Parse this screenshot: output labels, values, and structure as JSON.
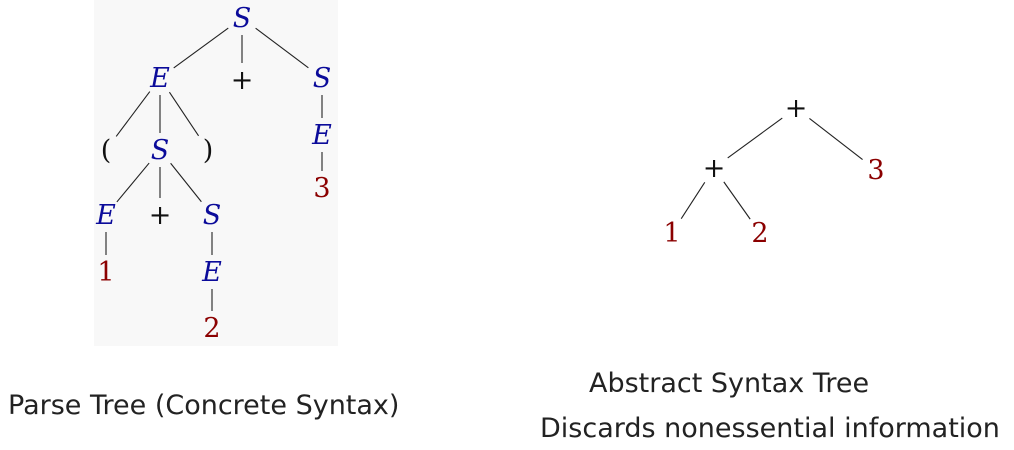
{
  "parse_tree": {
    "nodes": [
      {
        "label": "S",
        "kind": "nt"
      },
      {
        "label": "E",
        "kind": "nt"
      },
      {
        "label": "+",
        "kind": "op"
      },
      {
        "label": "S",
        "kind": "nt"
      },
      {
        "label": "(",
        "kind": "op"
      },
      {
        "label": "S",
        "kind": "nt"
      },
      {
        "label": ")",
        "kind": "op"
      },
      {
        "label": "E",
        "kind": "nt"
      },
      {
        "label": "3",
        "kind": "lit"
      },
      {
        "label": "E",
        "kind": "nt"
      },
      {
        "label": "+",
        "kind": "op"
      },
      {
        "label": "S",
        "kind": "nt"
      },
      {
        "label": "1",
        "kind": "lit"
      },
      {
        "label": "E",
        "kind": "nt"
      },
      {
        "label": "2",
        "kind": "lit"
      }
    ],
    "caption": "Parse Tree (Concrete Syntax)"
  },
  "ast": {
    "nodes": [
      {
        "label": "+",
        "kind": "op"
      },
      {
        "label": "+",
        "kind": "op"
      },
      {
        "label": "3",
        "kind": "lit"
      },
      {
        "label": "1",
        "kind": "lit"
      },
      {
        "label": "2",
        "kind": "lit"
      }
    ],
    "caption_line1": "Abstract Syntax Tree",
    "caption_line2": "Discards nonessential information"
  },
  "colors": {
    "nonterminal": "#0b0b9a",
    "literal": "#8b0000",
    "operator": "#111111"
  }
}
